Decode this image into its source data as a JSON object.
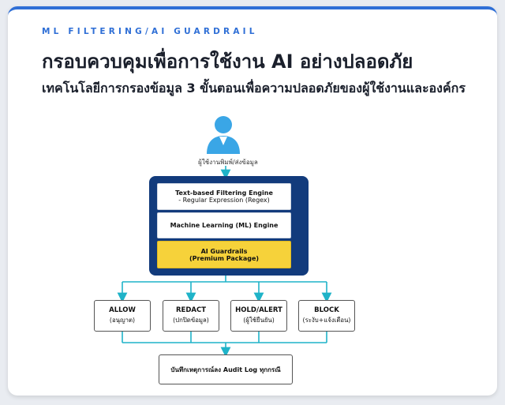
{
  "header": {
    "eyebrow": "ML FILTERING/AI GUARDRAIL",
    "title": "กรอบควบคุมเพื่อการใช้งาน AI อย่างปลอดภัย",
    "subtitle": "เทคโนโลยีการกรองข้อมูล 3 ขั้นตอนเพื่อความปลอดภัยของผู้ใช้งานและองค์กร"
  },
  "diagram": {
    "user_label": "ผู้ใช้งานพิมพ์/ส่งข้อมูล",
    "layers": [
      {
        "title": "Text-based Filtering Engine",
        "detail": "- Regular Expression (Regex)"
      },
      {
        "title": "Machine Learning (ML) Engine",
        "detail": ""
      },
      {
        "title": "AI Guardrails",
        "detail": "(Premium Package)"
      }
    ],
    "actions": [
      {
        "title": "ALLOW",
        "detail": "(อนุญาต)"
      },
      {
        "title": "REDACT",
        "detail": "(ปกปิดข้อมูล)"
      },
      {
        "title": "HOLD/ALERT",
        "detail": "(ผู้ใช้ยืนยัน)"
      },
      {
        "title": "BLOCK",
        "detail": "(ระงับ+แจ้งเตือน)"
      }
    ],
    "log": "บันทึกเหตุการณ์ลง Audit Log ทุกกรณี"
  },
  "colors": {
    "accent": "#2f6fd6",
    "engine_bg": "#123b7c",
    "connector": "#1fb3c8",
    "highlight": "#f6d23a",
    "user_icon": "#3aa6e6"
  }
}
